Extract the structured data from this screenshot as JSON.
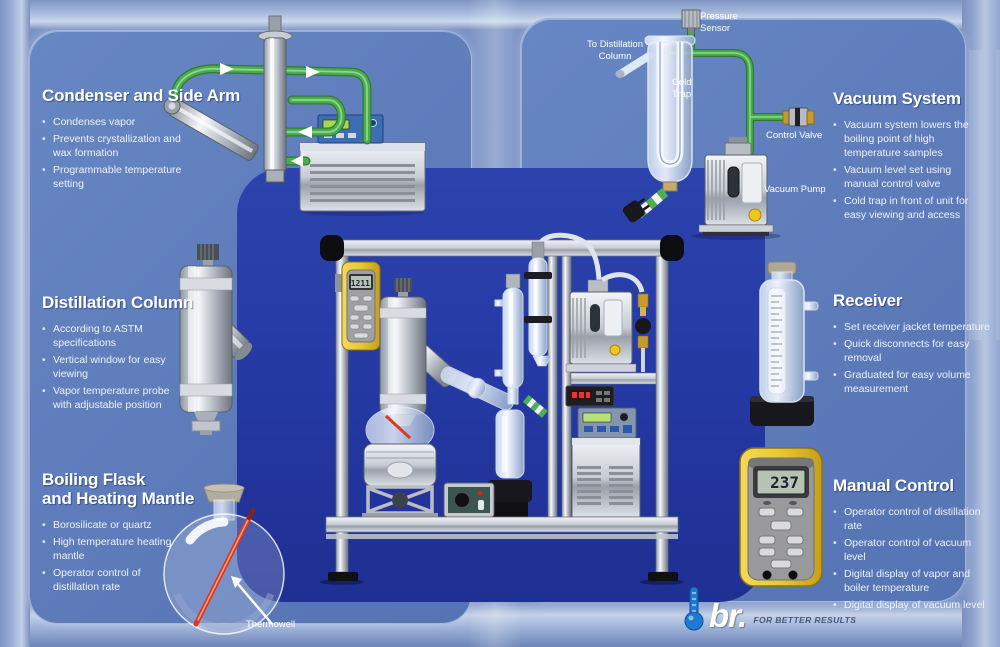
{
  "sections": {
    "condenser": {
      "title": "Condenser and Side Arm",
      "bullets": [
        "Condenses vapor",
        "Prevents crystallization and wax formation",
        "Programmable temperature setting"
      ]
    },
    "vacuum": {
      "title": "Vacuum System",
      "bullets": [
        "Vacuum system lowers the boiling point of high temperature samples",
        "Vacuum level set using manual control valve",
        "Cold trap in front of unit for easy viewing and access"
      ]
    },
    "distillation": {
      "title": "Distillation Column",
      "bullets": [
        "According to ASTM specifications",
        "Vertical window for easy viewing",
        "Vapor temperature probe with adjustable position"
      ]
    },
    "receiver": {
      "title": "Receiver",
      "bullets": [
        "Set receiver jacket temperature",
        "Quick disconnects for easy removal",
        "Graduated for easy volume measurement"
      ]
    },
    "boiling_flask": {
      "title": "Boiling Flask\nand Heating Mantle",
      "bullets": [
        "Borosilicate or quartz",
        "High temperature heating mantle",
        "Operator control of distillation rate"
      ]
    },
    "manual_control": {
      "title": "Manual Control",
      "bullets": [
        "Operator control of distillation rate",
        "Operator control of vacuum level",
        "Digital display of vapor and boiler temperature",
        "Digital display of vacuum level"
      ]
    }
  },
  "callouts": {
    "pressure_sensor": "Pressure\nSensor",
    "to_distillation_column": "To Distillation\nColumn",
    "cold_trap": "Cold\nTrap",
    "control_valve": "Control Valve",
    "vacuum_pump": "Vacuum Pump",
    "thermowell": "Thermowell"
  },
  "displays": {
    "handheld_temperature": "237",
    "panel_meter": "1211"
  },
  "logo": {
    "brand": "br.",
    "tagline": "FOR BETTER RESULTS"
  },
  "colors": {
    "hose_green": "#49ad4d",
    "deep_blue": "#2438a2",
    "panel_blue": "#5f7cbc",
    "background_blue": "#7b93c6",
    "meter_yellow": "#e8c832",
    "thermowell_red": "#d63c22"
  }
}
